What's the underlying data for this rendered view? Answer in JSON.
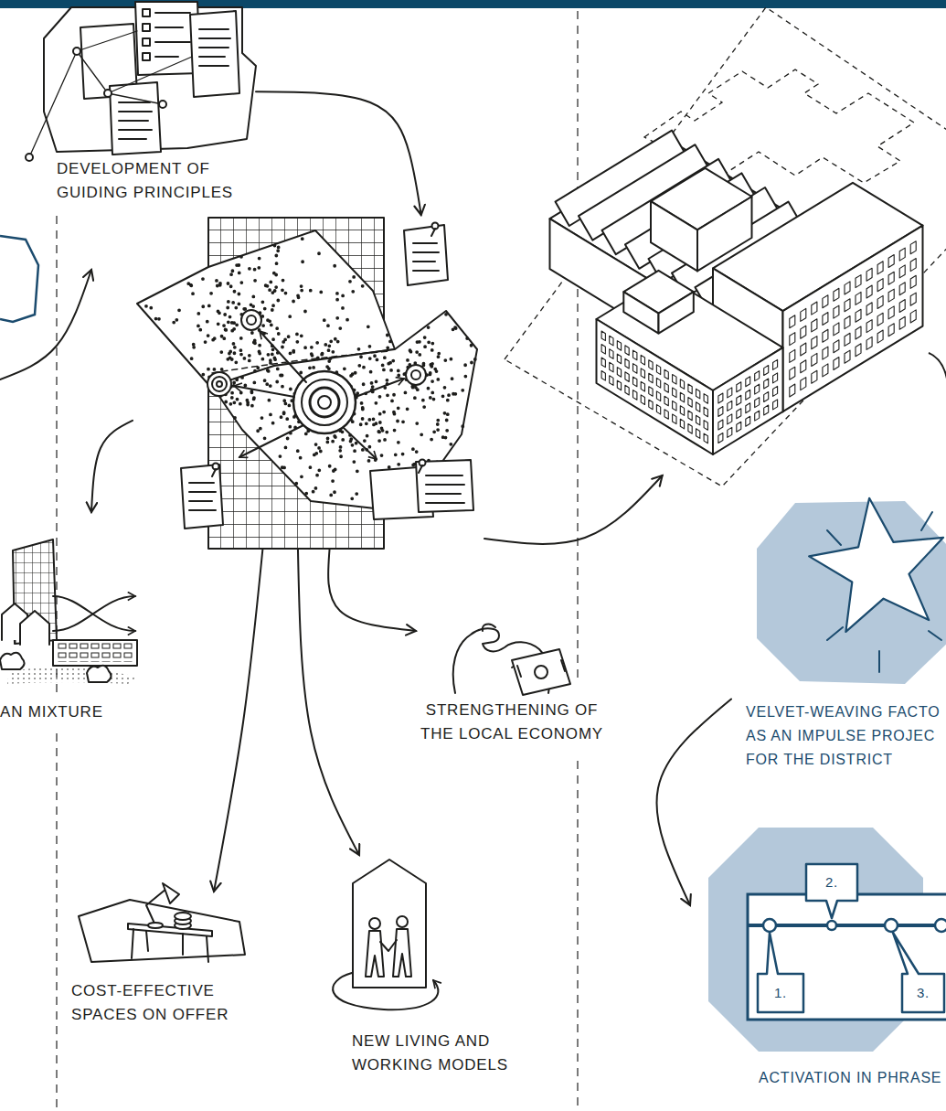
{
  "diagram": {
    "nodes": [
      {
        "text": []
      },
      {
        "text": [
          "DEVELOPMENT OF GUIDING PRINCIPLES"
        ]
      },
      {
        "text": []
      },
      {
        "text": []
      },
      {
        "text": [
          "AN MIXTURE"
        ]
      },
      {
        "text": [
          "VELVET-WEAVING FACTO AS AN IMPULSE PROJEC FOR THE DISTRICT"
        ]
      },
      {
        "text": [
          "STRENGTHENING OF THE LOCAL ECONOMY"
        ]
      },
      {
        "text": [
          "ACTIVATION IN PHRASE"
        ]
      },
      {
        "text": [
          "2."
        ],
        "in": 7
      },
      {
        "text": [
          "1."
        ],
        "in": 7
      },
      {
        "text": [
          "3."
        ],
        "in": 7
      },
      {
        "text": [
          "COST-EFFECTIVE SPACES ON OFFER"
        ]
      },
      {
        "text": [
          "NEW LIVING AND WORKING MODELS"
        ]
      }
    ],
    "edges": [
      {
        "from": 0,
        "to": 1,
        "arrow": "to"
      },
      {
        "from": 1,
        "to": 2,
        "arrow": "to"
      },
      {
        "from": 2,
        "to": 4,
        "arrow": "to"
      },
      {
        "from": 2,
        "to": 3,
        "arrow": "to"
      },
      {
        "from": 2,
        "to": 6,
        "arrow": "to"
      },
      {
        "from": 2,
        "to": 11,
        "arrow": "to"
      },
      {
        "from": 2,
        "to": 12,
        "arrow": "to"
      },
      {
        "from": 5,
        "to": 7,
        "arrow": "to"
      }
    ]
  }
}
